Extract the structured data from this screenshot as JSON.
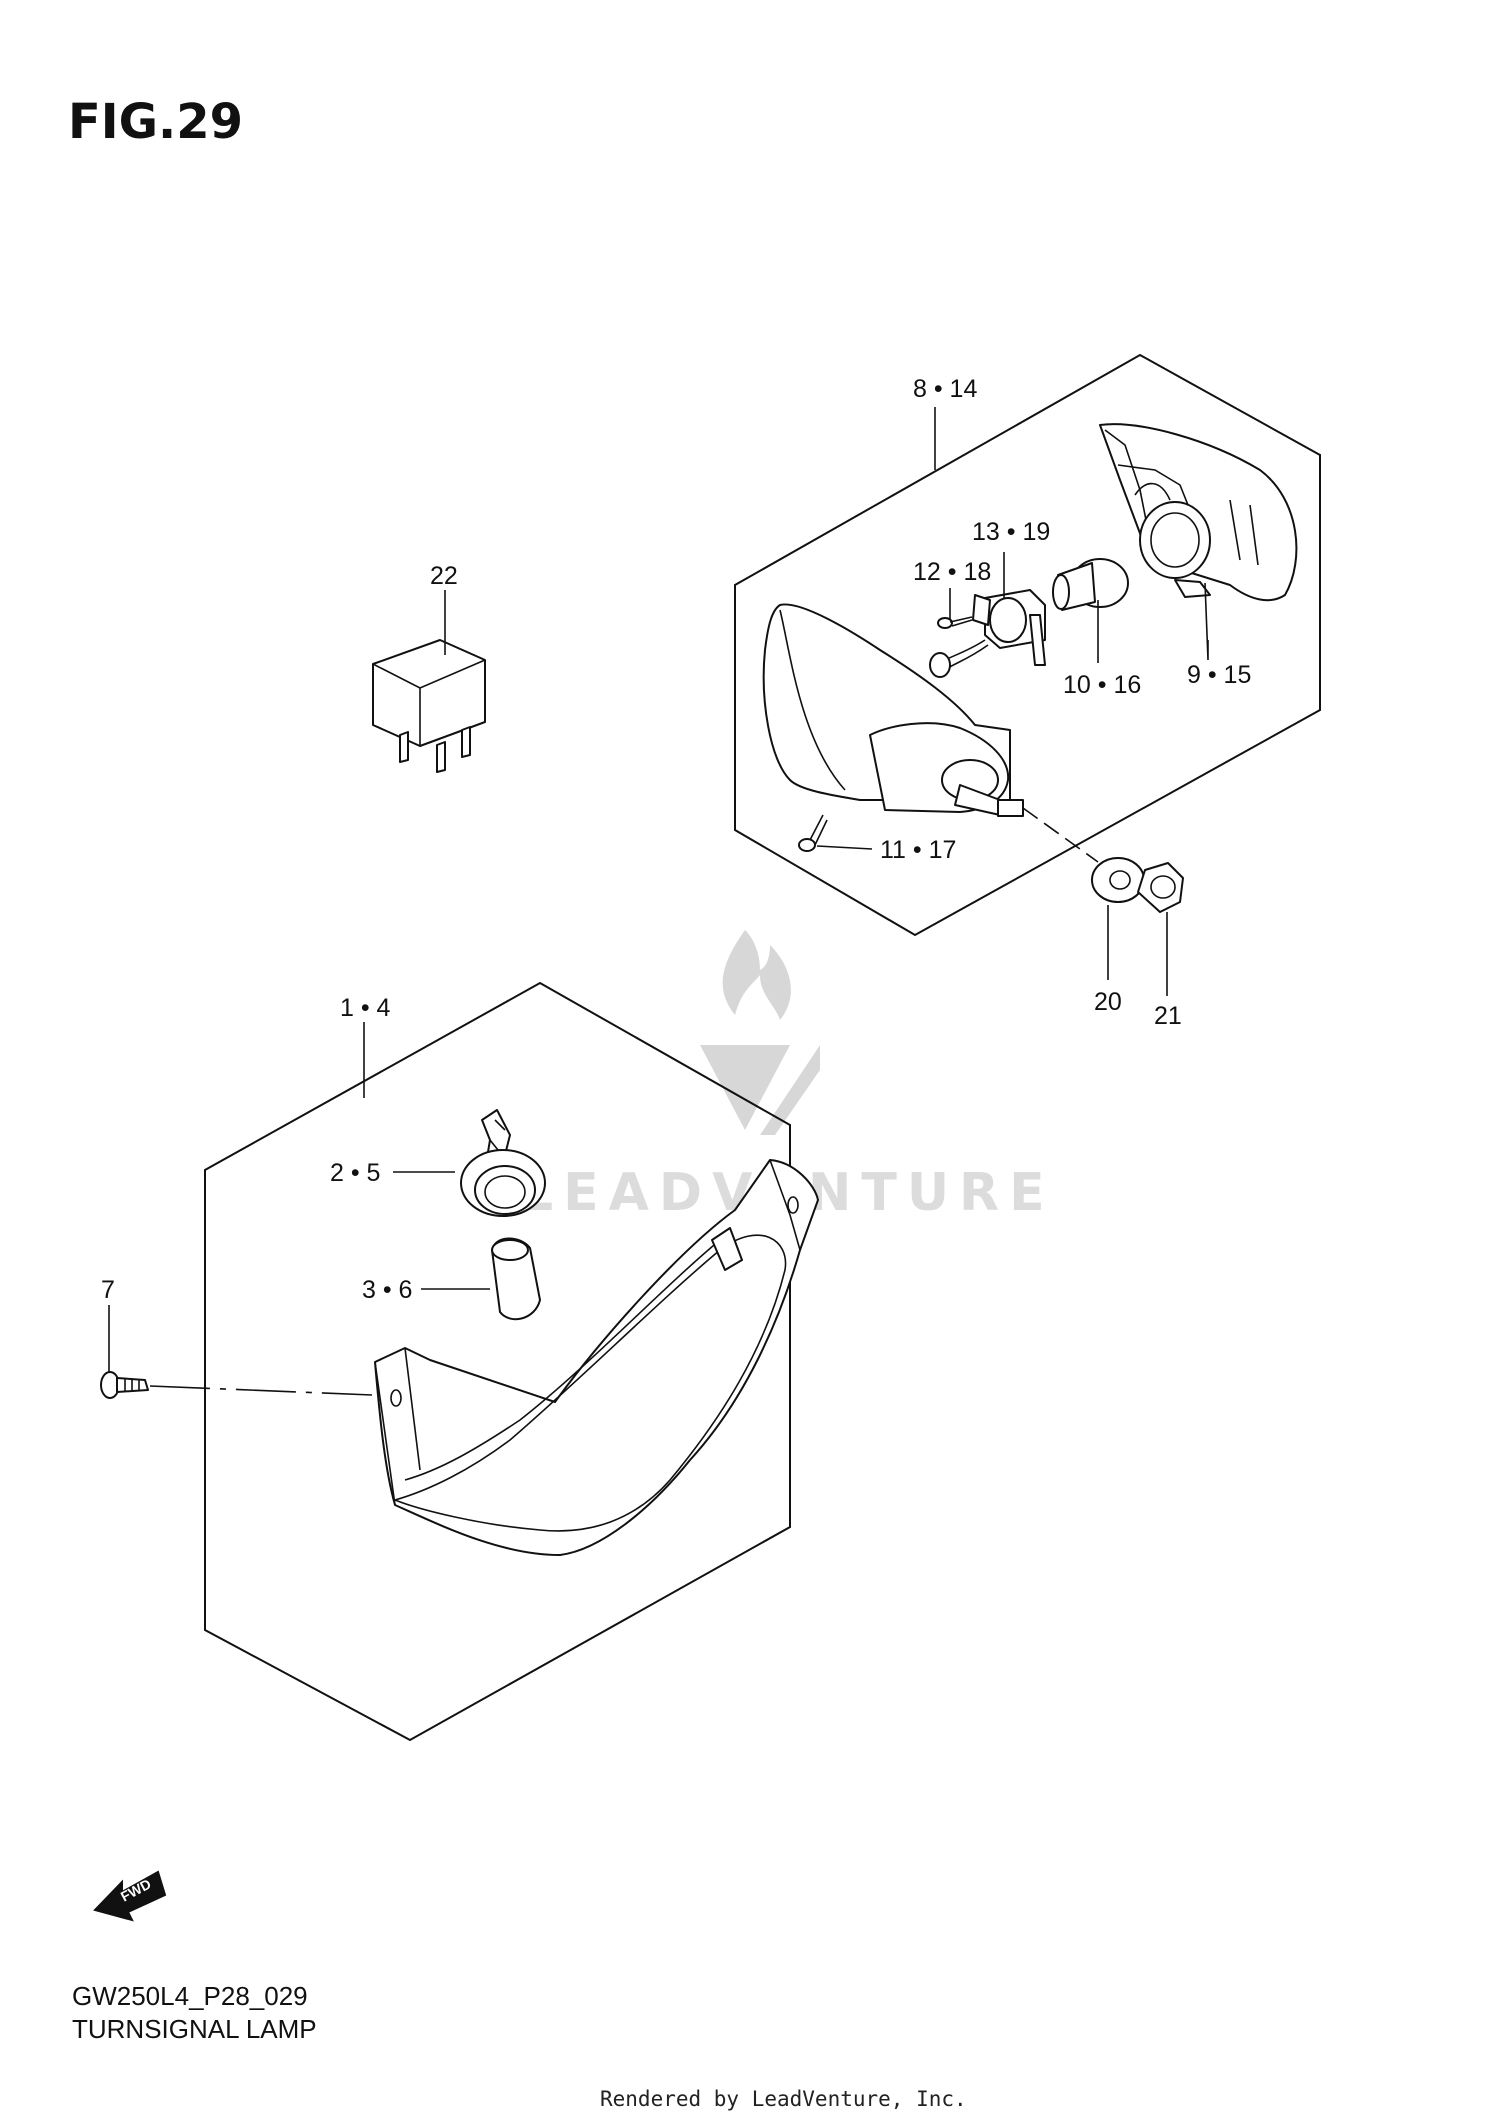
{
  "figure": {
    "title": "FIG.29",
    "model_code": "GW250L4_P28_029",
    "name": "TURNSIGNAL LAMP",
    "rendered_by": "Rendered by LeadVenture, Inc.",
    "watermark": "LEADVENTURE",
    "fwd_label": "FWD"
  },
  "callouts": {
    "c1_4": "1 • 4",
    "c2_5": "2 • 5",
    "c3_6": "3 • 6",
    "c7": "7",
    "c8_14": "8 • 14",
    "c9_15": "9 • 15",
    "c10_16": "10 • 16",
    "c11_17": "11 • 17",
    "c12_18": "12 • 18",
    "c13_19": "13 • 19",
    "c20": "20",
    "c21": "21",
    "c22": "22"
  }
}
